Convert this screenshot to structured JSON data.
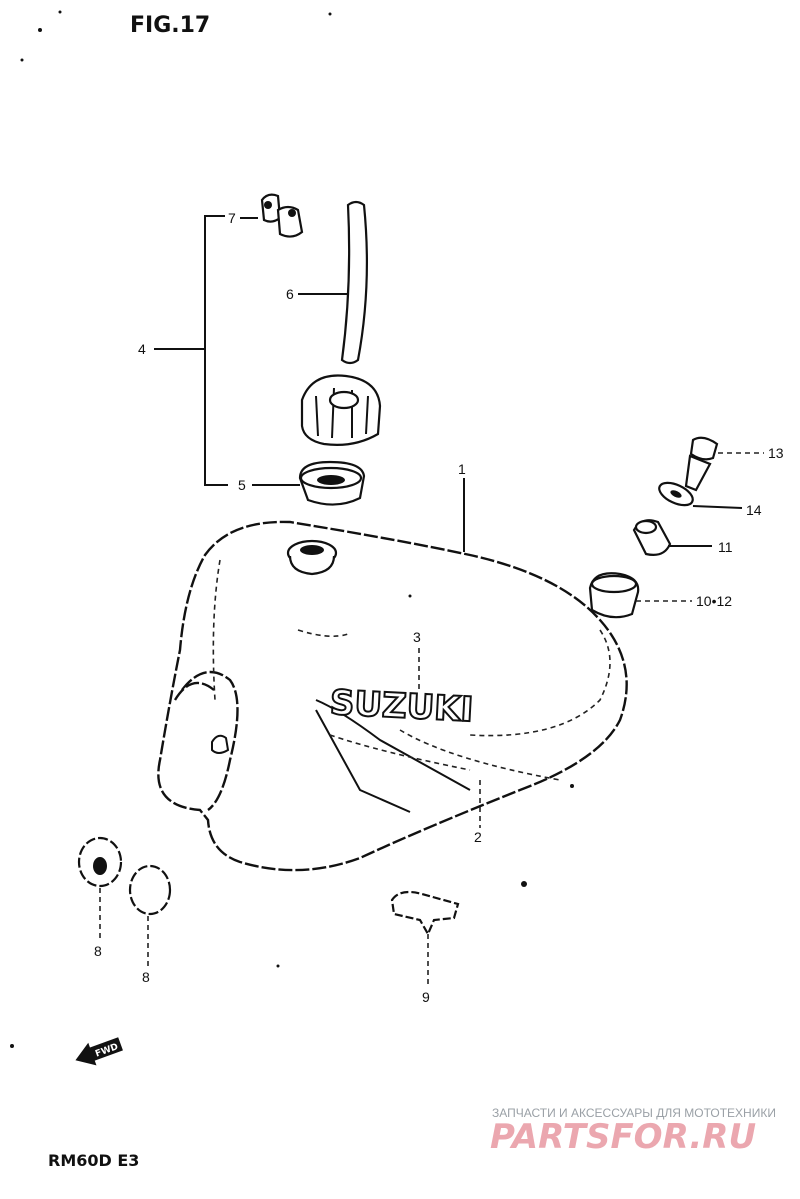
{
  "figure_title": "FIG.17",
  "model": "RM60D E3",
  "brand_text": "SUZUKI",
  "fwd_text": "FWD",
  "watermark": {
    "caption": "ЗАПЧАСТИ И АКСЕССУАРЫ ДЛЯ МОТОТЕХНИКИ",
    "site": "PARTSFOR.RU"
  },
  "callouts": {
    "c1": "1",
    "c2": "2",
    "c3": "3",
    "c4": "4",
    "c5": "5",
    "c6": "6",
    "c7": "7",
    "c8a": "8",
    "c8b": "8",
    "c9": "9",
    "c10": "10•12",
    "c11": "11",
    "c13": "13",
    "c14": "14"
  },
  "colors": {
    "line": "#111111",
    "watermark_site": "#e58a95",
    "watermark_caption": "#9aa0a6"
  }
}
